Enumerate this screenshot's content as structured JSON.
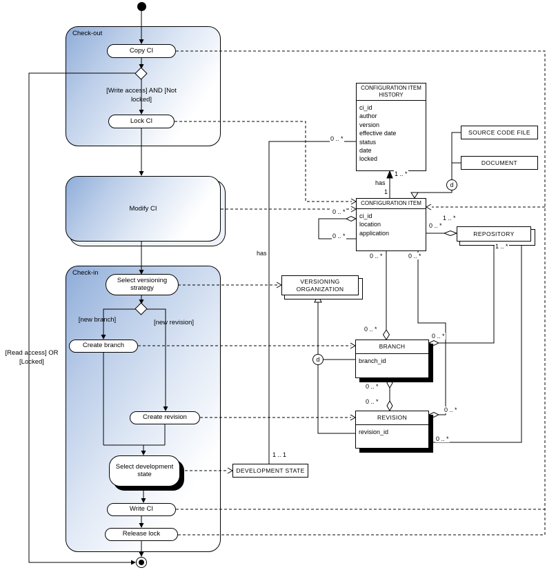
{
  "activity": {
    "checkout": {
      "label": "Check-out",
      "copy_ci": "Copy CI",
      "guard": "[Write access] AND [Not locked]",
      "lock_ci": "Lock CI"
    },
    "modify_ci": "Modify CI",
    "checkin": {
      "label": "Check-in",
      "select_versioning": "Select versioning strategy",
      "guard_new_branch": "[new branch]",
      "guard_new_revision": "[new revision]",
      "create_branch": "Create branch",
      "create_revision": "Create revision",
      "select_dev_state": "Select development state",
      "write_ci": "Write CI",
      "release_lock": "Release lock"
    },
    "guard_read_locked": "[Read access] OR [Locked]"
  },
  "entities": {
    "ci_history": {
      "title": "CONFIGURATION ITEM HISTORY",
      "attrs": [
        "ci_id",
        "author",
        "version",
        "effective date",
        "status",
        "date",
        "locked"
      ]
    },
    "configuration_item": {
      "title": "CONFIGURATION ITEM",
      "attrs": [
        "ci_id",
        "location",
        "application"
      ]
    },
    "source_code_file": {
      "title": "SOURCE CODE FILE"
    },
    "document": {
      "title": "DOCUMENT"
    },
    "repository": {
      "title": "REPOSITORY"
    },
    "versioning_organization": {
      "title": "VERSIONING ORGANIZATION"
    },
    "branch": {
      "title": "BRANCH",
      "attrs": [
        "branch_id"
      ]
    },
    "revision": {
      "title": "REVISION",
      "attrs": [
        "revision_id"
      ]
    },
    "development_state": {
      "title": "DEVELOPMENT STATE"
    }
  },
  "labels": {
    "hist_devstate_mult": "0 .. *",
    "hist_devstate_has": "has",
    "hist_devstate_one": "1 .. 1",
    "ci_hist_many": "1 .. *",
    "ci_hist_has": "has",
    "ci_hist_one": "1",
    "ci_self_top": "0 .. *",
    "ci_self_bottom": "0 .. *",
    "ci_repo_near": "0 .. *",
    "ci_repo_far": "1 .. *",
    "ci_branch_top": "0 .. *",
    "ci_revision_top": "0 .. *",
    "ci_branch_bottom": "0 .. *",
    "repo_branch_top": "1 .. *",
    "repo_branch_bottom": "0 .. *",
    "branch_revision_top": "0 .. *",
    "branch_revision_bottom": "0 .. *",
    "ci_revision_bottom": "0 .. *",
    "revision_repo": "0 .. *",
    "d1": "d",
    "d2": "d"
  }
}
